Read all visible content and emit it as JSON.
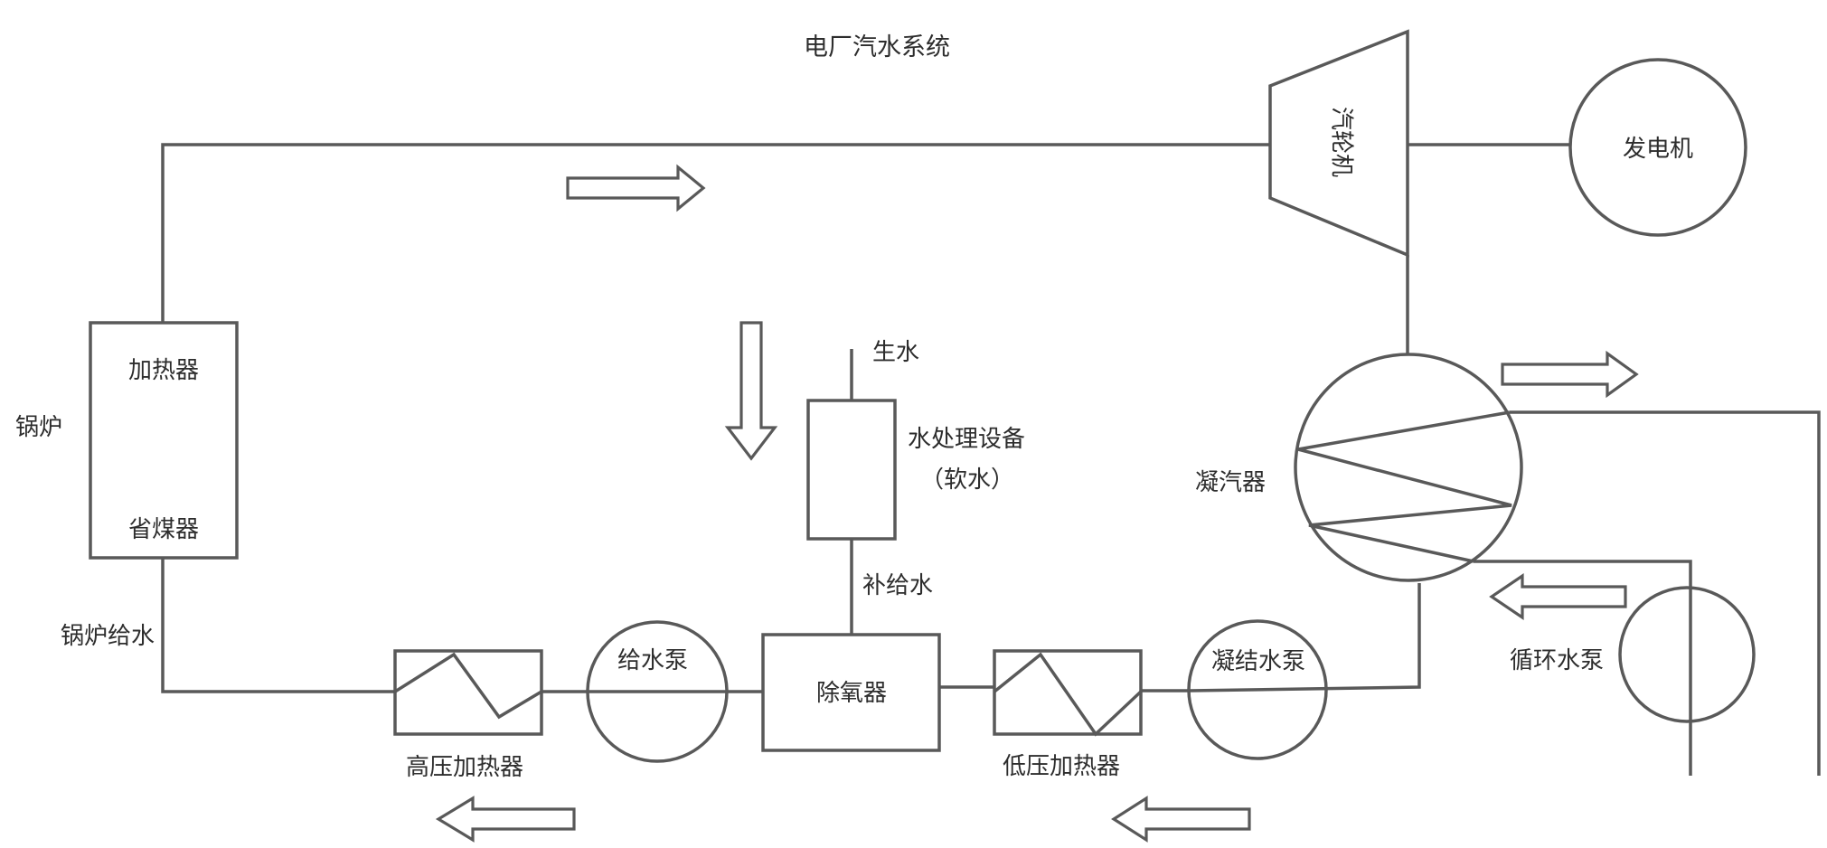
{
  "title": "电厂汽水系统",
  "colors": {
    "line": "#595959",
    "text": "#2d2d2d",
    "background": "#ffffff"
  },
  "labels": {
    "boiler": "锅炉",
    "heater": "加热器",
    "economizer": "省煤器",
    "boiler_feedwater": "锅炉给水",
    "hp_heater": "高压加热器",
    "feed_pump": "给水泵",
    "deaerator": "除氧器",
    "lp_heater": "低压加热器",
    "condensate_pump": "凝结水泵",
    "makeup_water": "补给水",
    "water_treatment_line1": "水处理设备",
    "water_treatment_line2": "（软水）",
    "raw_water": "生水",
    "turbine": "汽轮机",
    "generator": "发电机",
    "condenser": "凝汽器",
    "circulating_pump": "循环水泵"
  }
}
